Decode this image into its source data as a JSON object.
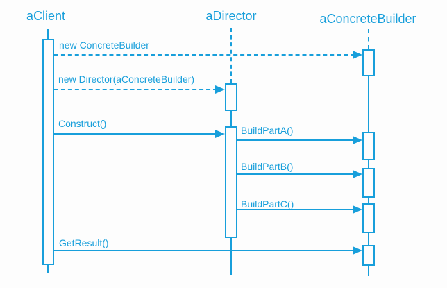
{
  "colors": {
    "accent": "#189FDB",
    "background": "#FDFDFD",
    "activation_fill": "#FDFDFD"
  },
  "diagram_type": "uml-sequence",
  "lifelines": [
    {
      "name": "aClient"
    },
    {
      "name": "aDirector"
    },
    {
      "name": "aConcreteBuilder"
    }
  ],
  "messages": [
    {
      "label": "new ConcreteBuilder",
      "from": "aClient",
      "to": "aConcreteBuilder",
      "line": "dashed"
    },
    {
      "label": "new Director(aConcreteBuilder)",
      "from": "aClient",
      "to": "aDirector",
      "line": "dashed"
    },
    {
      "label": "Construct()",
      "from": "aClient",
      "to": "aDirector",
      "line": "solid"
    },
    {
      "label": "BuildPartA()",
      "from": "aDirector",
      "to": "aConcreteBuilder",
      "line": "solid"
    },
    {
      "label": "BuildPartB()",
      "from": "aDirector",
      "to": "aConcreteBuilder",
      "line": "solid"
    },
    {
      "label": "BuildPartC()",
      "from": "aDirector",
      "to": "aConcreteBuilder",
      "line": "solid"
    },
    {
      "label": "GetResult()",
      "from": "aClient",
      "to": "aConcreteBuilder",
      "line": "solid"
    }
  ]
}
